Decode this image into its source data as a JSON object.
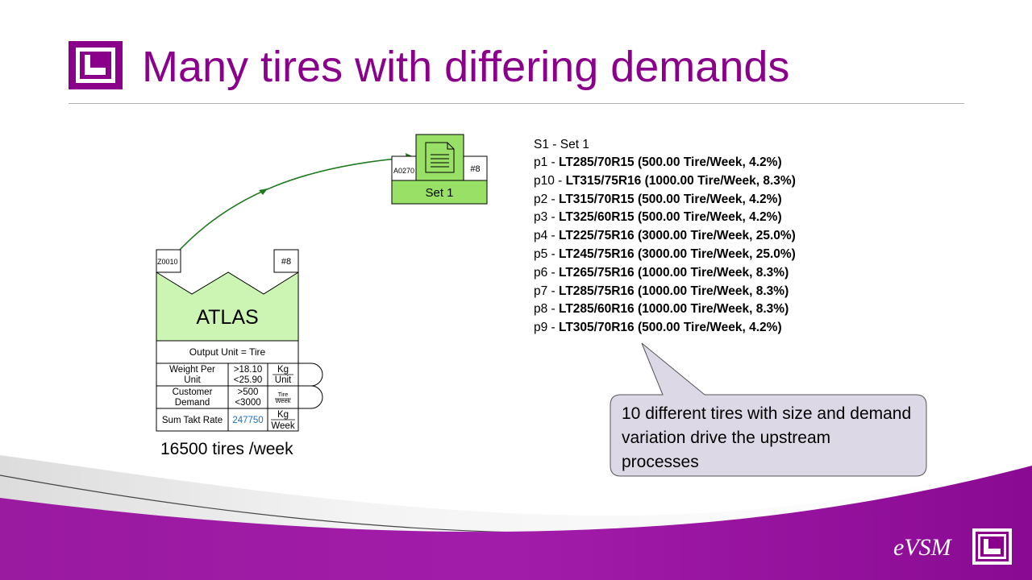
{
  "slide": {
    "title": "Many tires with differing demands"
  },
  "set_node": {
    "id": "A0270",
    "badge": "#8",
    "label": "Set 1",
    "icon": "document-icon"
  },
  "supplier_node": {
    "id": "Z0010",
    "badge": "#8",
    "name": "ATLAS",
    "output_unit": "Output Unit = Tire",
    "rows": [
      {
        "label_line1": "Weight Per",
        "label_line2": "Unit",
        "value_line1": ">18.10",
        "value_line2": "<25.90",
        "unit_line1": "Kg",
        "unit_line2": "Unit"
      },
      {
        "label_line1": "Customer",
        "label_line2": "Demand",
        "value_line1": ">500",
        "value_line2": "<3000",
        "unit_line1": "Tire",
        "unit_line2": "Week"
      },
      {
        "label_line1": "Sum Takt Rate",
        "value_line1": "247750",
        "unit_line1": "Kg",
        "unit_line2": "Week"
      }
    ],
    "caption": "16500 tires /week"
  },
  "product_list": {
    "header": "S1 - Set 1",
    "items": [
      {
        "prefix": "p1 - ",
        "code": "LT285/70R15",
        "detail": " (500.00 Tire/Week, 4.2%)"
      },
      {
        "prefix": "p10 - ",
        "code": "LT315/75R16",
        "detail": " (1000.00 Tire/Week, 8.3%)"
      },
      {
        "prefix": "p2 - ",
        "code": "LT315/70R15",
        "detail": " (500.00 Tire/Week, 4.2%)"
      },
      {
        "prefix": "p3 - ",
        "code": "LT325/60R15",
        "detail": " (500.00 Tire/Week, 4.2%)"
      },
      {
        "prefix": "p4 - ",
        "code": "LT225/75R16",
        "detail": " (3000.00 Tire/Week, 25.0%)"
      },
      {
        "prefix": "p5 - ",
        "code": "LT245/75R16",
        "detail": " (3000.00 Tire/Week, 25.0%)"
      },
      {
        "prefix": "p6 - ",
        "code": "LT265/75R16",
        "detail": " (1000.00 Tire/Week, 8.3%)"
      },
      {
        "prefix": "p7 - ",
        "code": "LT285/75R16",
        "detail": " (1000.00 Tire/Week, 8.3%)"
      },
      {
        "prefix": "p8 - ",
        "code": "LT285/60R16",
        "detail": " (1000.00 Tire/Week, 8.3%)"
      },
      {
        "prefix": "p9 - ",
        "code": "LT305/70R16",
        "detail": " (500.00 Tire/Week, 4.2%)"
      }
    ]
  },
  "callout": {
    "text": "10 different tires with size and demand variation drive the upstream processes"
  },
  "footer": {
    "brand": "eVSM"
  },
  "colors": {
    "brand_purple": "#8b008b",
    "node_green": "#ccf5b3",
    "set_green": "#99e066",
    "arrow_green": "#1f7a1f",
    "callout_fill": "#dcd8e6",
    "takt_value_blue": "#1f6fc2"
  }
}
